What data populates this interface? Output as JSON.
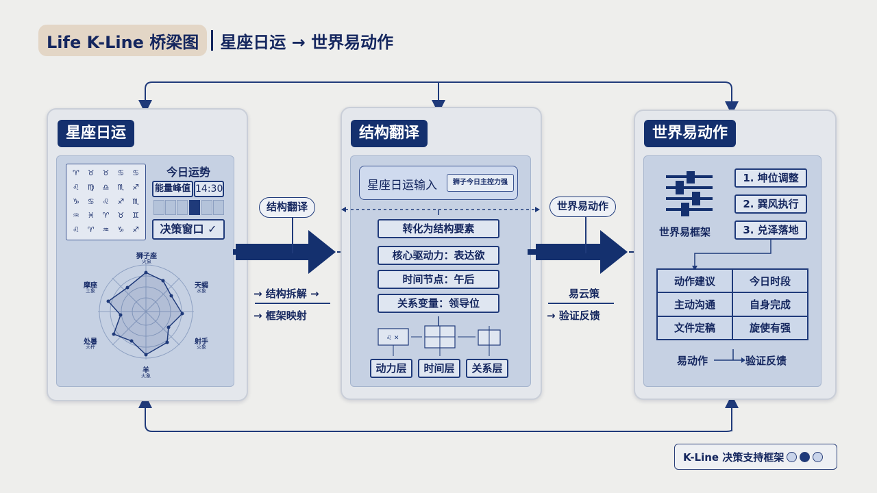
{
  "title": {
    "main": "Life K-Line 桥梁图",
    "sub": "星座日运 → 世界易动作"
  },
  "panel1": {
    "title": "星座日运",
    "zodiac_glyphs": [
      "♈",
      "♉",
      "♉",
      "♋",
      "♋",
      "♌",
      "♍",
      "♎",
      "♏",
      "♐",
      "♑",
      "♋",
      "♌",
      "♐",
      "♏",
      "♒",
      "♓",
      "♈",
      "♉",
      "♊",
      "♌",
      "♈",
      "♒",
      "♑",
      "♐"
    ],
    "fortune": {
      "title": "今日运势",
      "energy_peak_label": "能量峰值",
      "time": "14:30",
      "decision_window": "决策窗口 ✓"
    },
    "radar": {
      "top_main": "狮子座",
      "top_sub": "火象",
      "left_main": "摩座",
      "left_sub": "土象",
      "right_main": "天蝎",
      "right_sub": "水象",
      "bottom_left_main": "处暑",
      "bottom_left_sub": "天秤",
      "bottom_right_main": "射手",
      "bottom_right_sub": "火象",
      "bottom_main": "羊",
      "bottom_sub": "火象"
    }
  },
  "arrow1": {
    "oval": "结构翻译",
    "line1": "→ 结构拆解 →",
    "line2": "→ 框架映射"
  },
  "panel2": {
    "title": "结构翻译",
    "input_label": "星座日运输入",
    "input_tag": "狮子今日主控力强",
    "steps": [
      "转化为结构要素",
      "核心驱动力：表达欲",
      "时间节点：午后",
      "关系变量：领导位"
    ],
    "layers": [
      "动力层",
      "时间层",
      "关系层"
    ]
  },
  "arrow2": {
    "oval": "世界易动作",
    "line1": "易云策",
    "line2": "→ 验证反馈"
  },
  "panel3": {
    "title": "世界易动作",
    "framework_label": "世界易框架",
    "steps": [
      "1. 坤位调整",
      "2. 巽风执行",
      "3. 兑泽落地"
    ],
    "table": [
      "动作建议",
      "今日时段",
      "主动沟通",
      "自身完成",
      "文件定稿",
      "旋使有强"
    ],
    "flow_from": "易动作",
    "flow_to": "验证反馈"
  },
  "legend": {
    "label": "K-Line 决策支持框架"
  },
  "colors": {
    "navy": "#14306e",
    "panel": "#e4e7ec",
    "inner": "#c6d1e3",
    "title_pill": "#e3d6c6"
  }
}
